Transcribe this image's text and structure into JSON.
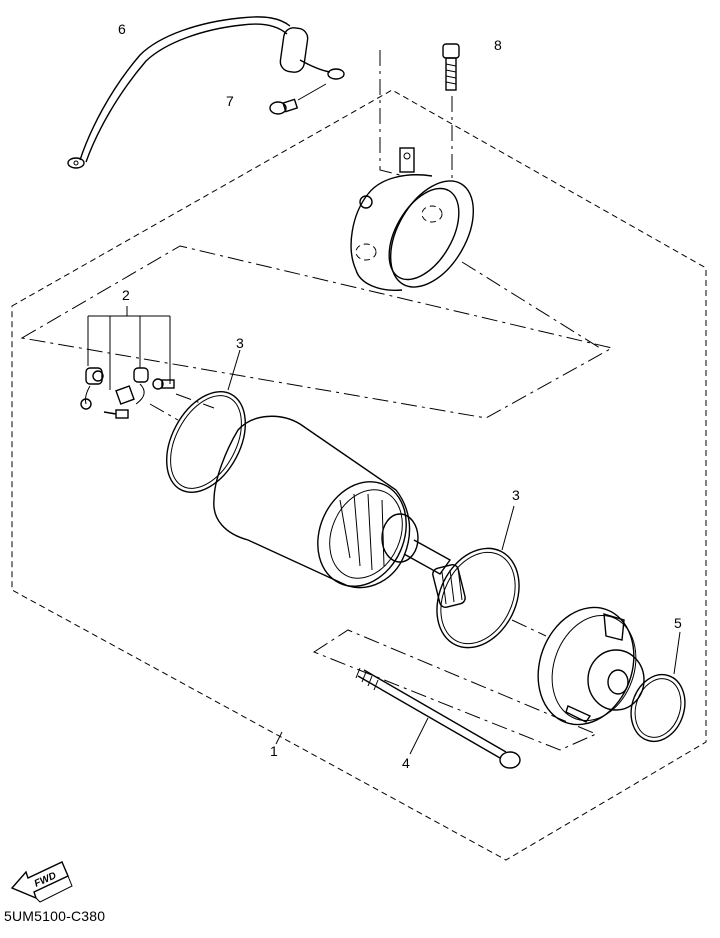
{
  "diagram": {
    "callouts": [
      "1",
      "2",
      "3",
      "3",
      "4",
      "5",
      "6",
      "7",
      "8"
    ],
    "fwd_label": "FWD",
    "code": "5UM5100-C380"
  }
}
